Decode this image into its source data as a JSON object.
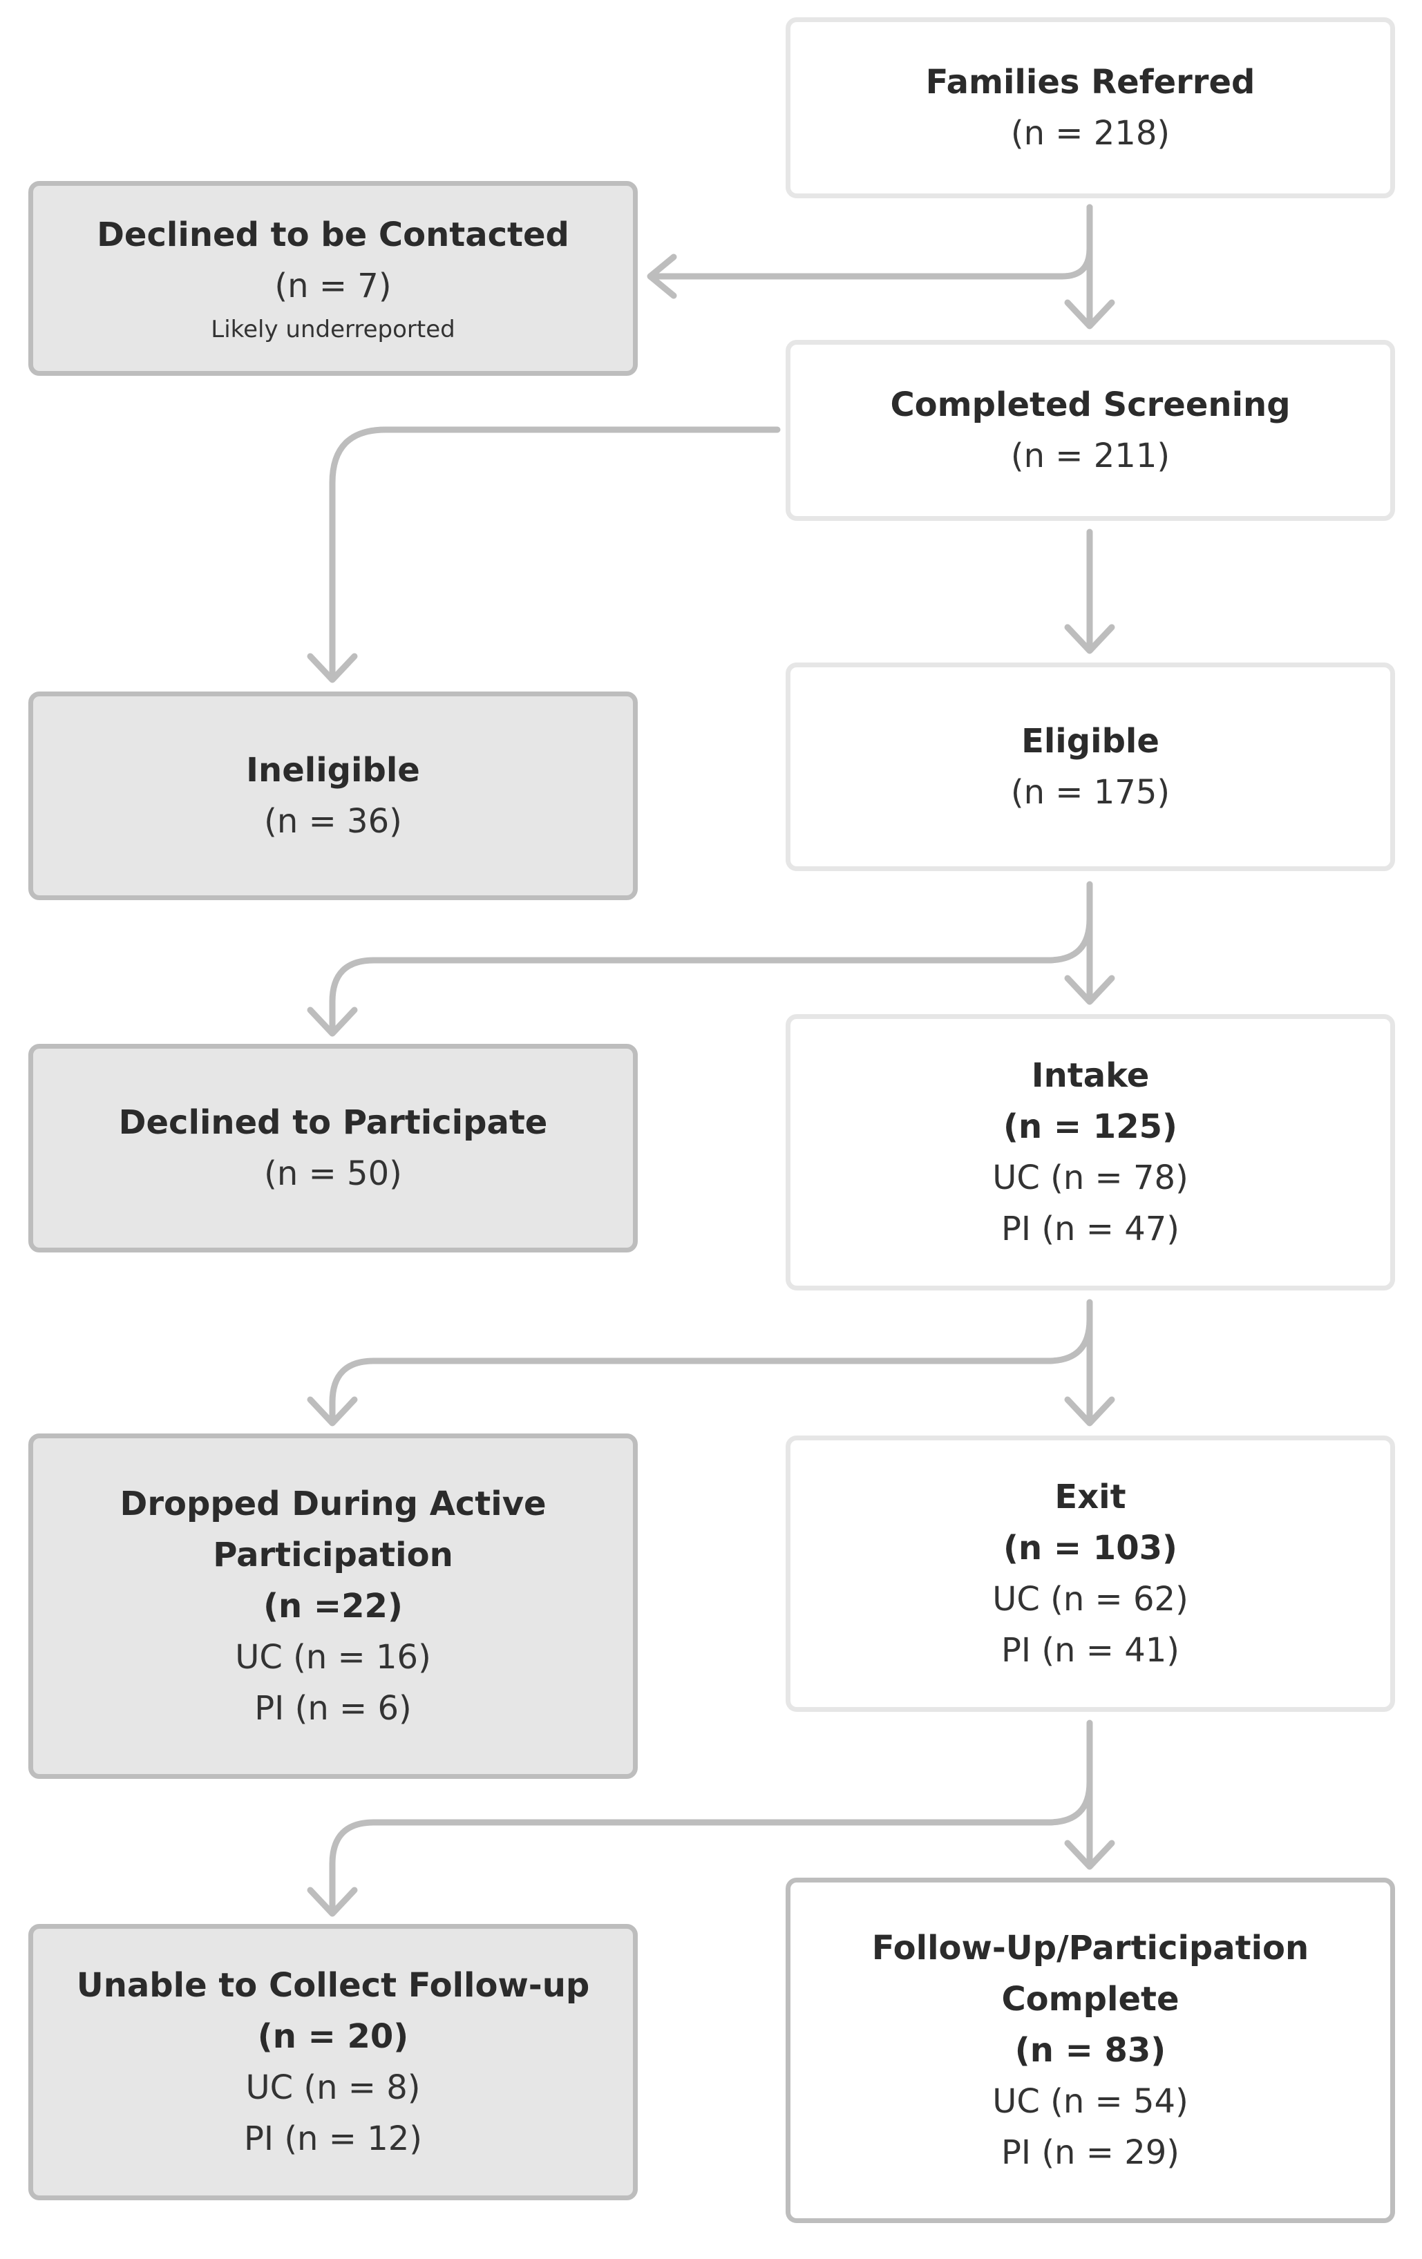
{
  "main_column": {
    "families_referred": {
      "title": "Families Referred",
      "count": "(n = 218)"
    },
    "completed_screening": {
      "title": "Completed Screening",
      "count": "(n = 211)"
    },
    "eligible": {
      "title": "Eligible",
      "count": "(n = 175)"
    },
    "intake": {
      "title": "Intake",
      "count": "(n = 125)",
      "uc": "UC (n = 78)",
      "pi": "PI (n = 47)"
    },
    "exit": {
      "title": "Exit",
      "count": "(n = 103)",
      "uc": "UC (n = 62)",
      "pi": "PI (n = 41)"
    },
    "complete": {
      "title_line1": "Follow-Up/Participation",
      "title_line2": "Complete",
      "count": "(n = 83)",
      "uc": "UC (n = 54)",
      "pi": "PI (n = 29)"
    }
  },
  "side_column": {
    "declined_contact": {
      "title": "Declined to be Contacted",
      "count": "(n = 7)",
      "note": "Likely underreported"
    },
    "ineligible": {
      "title": "Ineligible",
      "count": "(n = 36)"
    },
    "declined_participate": {
      "title": "Declined to Participate",
      "count": "(n = 50)"
    },
    "dropped": {
      "title_line1": "Dropped During Active",
      "title_line2": "Participation",
      "count": "(n =22)",
      "uc": "UC (n = 16)",
      "pi": "PI (n = 6)"
    },
    "unable_followup": {
      "title": "Unable to Collect Follow-up",
      "count": "(n = 20)",
      "uc": "UC (n = 8)",
      "pi": "PI (n = 12)"
    }
  },
  "colors": {
    "connector": "#bdbdbd",
    "exclusion_fill": "#e6e6e6",
    "box_border": "#e6e6e6"
  }
}
